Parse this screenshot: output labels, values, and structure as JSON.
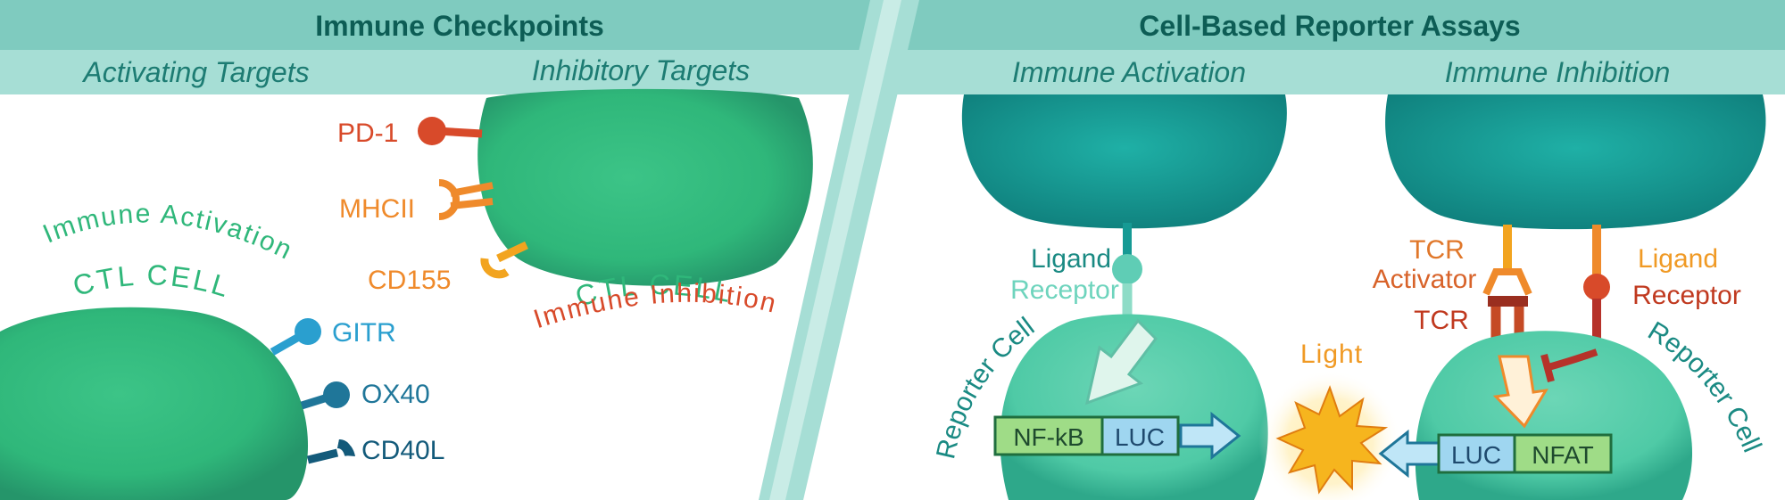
{
  "colors": {
    "header_bg": "#7fcbbf",
    "subheader_bg": "#a6ded5",
    "header_text": "#0d5d55",
    "subheader_text": "#1d7c73",
    "ctl_cell": "#2fb77a",
    "reporter_cell": "#4fcaa6",
    "presenting_cell": "#169a94",
    "pd1": "#d84a2a",
    "mhcii": "#ef8a2b",
    "cd155": "#f2a41f",
    "gitr": "#2a9fcf",
    "ox40": "#1f7699",
    "cd40l": "#135a7a",
    "light": "#f6b51e",
    "nfkb_box": "#9fdc87",
    "luc_box": "#9fd6f0"
  },
  "left": {
    "header": "Immune Checkpoints",
    "sub_activating": "Activating Targets",
    "sub_inhibitory": "Inhibitory Targets",
    "activation_cell": {
      "arc_label": "Immune Activation",
      "cell_label": "CTL CELL",
      "receptors": [
        "GITR",
        "OX40",
        "CD40L"
      ]
    },
    "inhibition_cell": {
      "cell_label": "CTL CELL",
      "arc_label": "Immune Inhibition",
      "receptors": [
        "PD-1",
        "MHCII",
        "CD155"
      ]
    }
  },
  "right": {
    "header": "Cell-Based Reporter Assays",
    "sub_activation": "Immune Activation",
    "sub_inhibition": "Immune Inhibition",
    "activation_assay": {
      "ligand": "Ligand",
      "receptor": "Receptor",
      "reporter_cell": "Reporter Cell",
      "promoter": "NF-kB",
      "reporter": "LUC"
    },
    "light": "Light",
    "inhibition_assay": {
      "tcr_activator": [
        "TCR",
        "Activator"
      ],
      "tcr": "TCR",
      "ligand": "Ligand",
      "receptor": "Receptor",
      "reporter_cell": "Reporter Cell",
      "reporter": "LUC",
      "promoter": "NFAT"
    }
  }
}
